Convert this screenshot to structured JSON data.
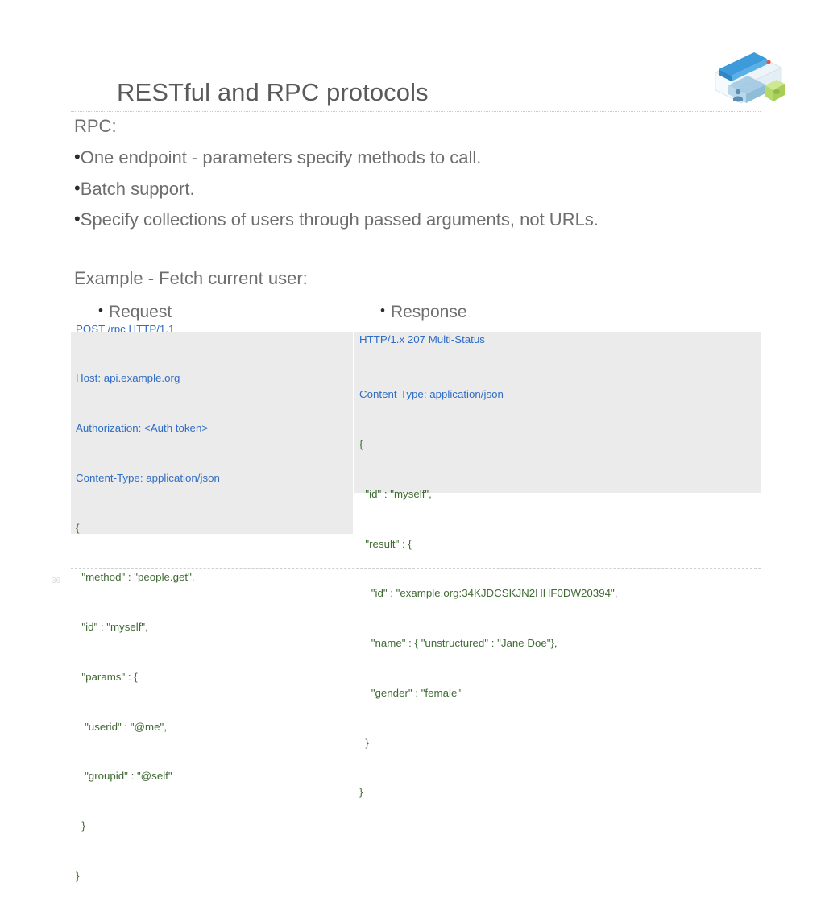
{
  "slide": {
    "title": "RESTful and RPC protocols",
    "page_number": "36",
    "logo_icon": "window-user-card-icon",
    "accent_colors": {
      "title_text": "#5a5a5a",
      "body_text": "#6e6e6e",
      "http_blue": "#2f6cc4",
      "json_green": "#3f6b33",
      "code_background": "#ebebeb",
      "logo_blue": "#3d9bdc",
      "logo_green": "#b5d96b"
    }
  },
  "content": {
    "lead": "RPC:",
    "bullets": [
      "One endpoint - parameters specify methods to call.",
      "Batch support.",
      "Specify collections of users through passed arguments, not URLs."
    ],
    "bullet_glyph": "•",
    "example_label": "Example - Fetch current user:"
  },
  "request": {
    "label": "Request",
    "first_line": "POST /rpc HTTP/1.1",
    "http_lines": [
      "Host: api.example.org",
      "Authorization: <Auth token>",
      "Content-Type: application/json"
    ],
    "json_lines": [
      "{",
      "  \"method\" : \"people.get\",",
      "  \"id\" : \"myself\",",
      "  \"params\" : {",
      "   \"userid\" : \"@me\",",
      "   \"groupid\" : \"@self\"",
      "  }",
      "}"
    ]
  },
  "response": {
    "label": "Response",
    "first_line": "HTTP/1.x 207 Multi-Status",
    "http_lines": [
      "Content-Type: application/json"
    ],
    "json_lines": [
      "{",
      "  \"id\" : \"myself\",",
      "  \"result\" : {",
      "    \"id\" : \"example.org:34KJDCSKJN2HHF0DW20394\",",
      "    \"name\" : { \"unstructured\" : \"Jane Doe\"},",
      "    \"gender\" : \"female\"",
      "  }",
      "}"
    ]
  }
}
